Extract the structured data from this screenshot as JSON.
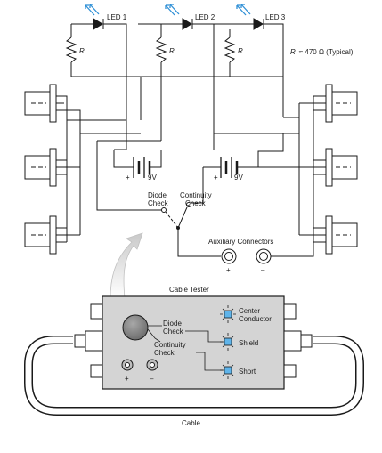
{
  "leds": {
    "led1": "LED 1",
    "led2": "LED 2",
    "led3": "LED 3"
  },
  "resistor_label": "R",
  "resistance_note": {
    "symbol": "R",
    "value": "≈ 470 Ω (Typical)"
  },
  "battery": {
    "plus": "+",
    "voltage": "9V"
  },
  "switch": {
    "diode_line1": "Diode",
    "diode_line2": "Check",
    "continuity_line1": "Continuity",
    "continuity_line2": "Check"
  },
  "aux": {
    "title": "Auxiliary Connectors",
    "plus": "+",
    "minus": "–"
  },
  "tester": {
    "title": "Cable Tester",
    "diode_line1": "Diode",
    "diode_line2": "Check",
    "continuity_line1": "Continuity",
    "continuity_line2": "Check",
    "center_line1": "Center",
    "center_line2": "Conductor",
    "shield": "Shield",
    "short": "Short",
    "plus": "+",
    "minus": "–"
  },
  "cable_label": "Cable",
  "colors": {
    "led_glow": "#2e8fd6",
    "indicator": "#5fb4ea",
    "box_fill": "#d4d4d4",
    "arrow_fill": "#d8d8d8",
    "line": "#1a1a1a"
  }
}
